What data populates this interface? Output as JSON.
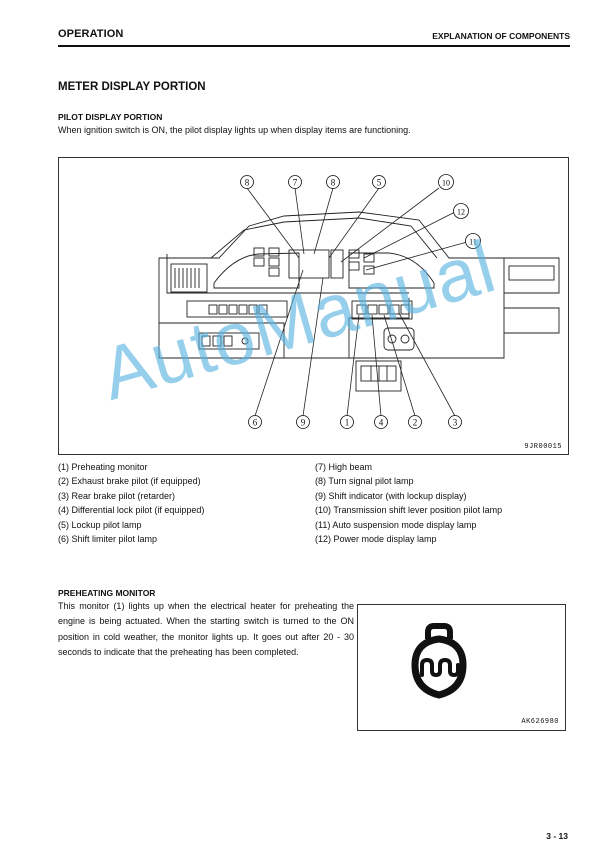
{
  "header": {
    "section": "OPERATION",
    "chapter": "EXPLANATION OF COMPONENTS"
  },
  "section_title": "METER DISPLAY PORTION",
  "pilot_display": {
    "heading": "PILOT DISPLAY PORTION",
    "intro": "When ignition switch is ON, the pilot display lights up when display items are functioning."
  },
  "figure": {
    "code": "9JR00015",
    "callouts": [
      "8",
      "7",
      "8",
      "5",
      "10",
      "12",
      "11",
      "6",
      "9",
      "1",
      "4",
      "2",
      "3"
    ]
  },
  "legend_left": [
    "(1) Preheating monitor",
    "(2) Exhaust brake pilot  (if equipped)",
    "(3) Rear brake pilot (retarder)",
    "(4) Differential lock pilot (if equipped)",
    "(5) Lockup pilot lamp",
    "(6) Shift limiter pilot lamp"
  ],
  "legend_right": [
    "(7) High beam",
    "(8) Turn signal pilot lamp",
    "(9) Shift indicator (with lockup display)",
    "(10) Transmission shift lever position pilot lamp",
    "(11) Auto suspension mode display lamp",
    "(12) Power mode display lamp"
  ],
  "preheating": {
    "heading": "PREHEATING MONITOR",
    "text": "This monitor (1) lights up when the electrical heater for preheating the engine is being actuated.  When the starting switch is turned to the ON position in cold weather, the monitor lights up.  It goes out after 20 - 30 seconds to indicate that the preheating has been completed.",
    "icon_code": "AK626980"
  },
  "page_number": "3 - 13",
  "watermark": "AutoManual",
  "colors": {
    "watermark": "#56b2e0",
    "ink": "#111111"
  }
}
